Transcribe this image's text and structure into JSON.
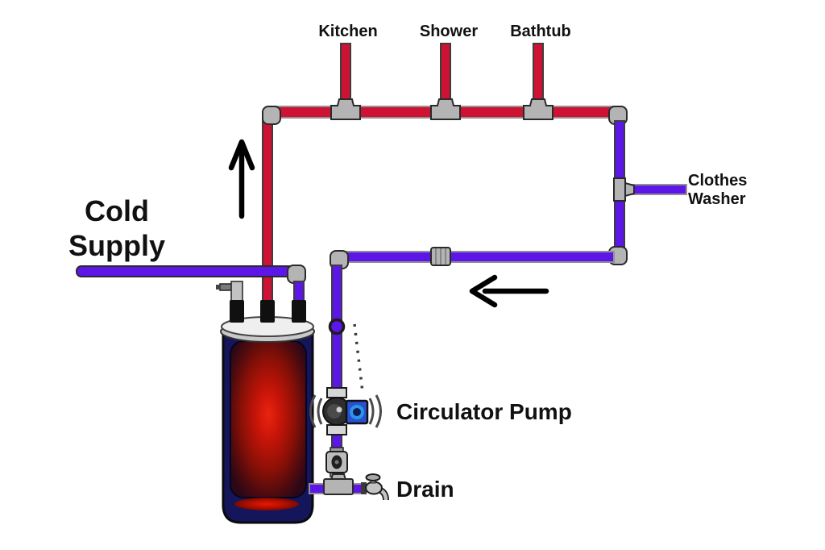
{
  "labels": {
    "kitchen": "Kitchen",
    "shower": "Shower",
    "bathtub": "Bathtub",
    "clothes_washer": {
      "line1": "Clothes",
      "line2": "Washer"
    },
    "cold_supply": {
      "line1": "Cold",
      "line2": "Supply"
    },
    "circulator_pump": "Circulator Pump",
    "drain": "Drain"
  },
  "colors": {
    "hot_pipe": "#ce1233",
    "cold_pipe": "#5c17e8",
    "fitting": "#b4b4b4",
    "tank_navy": "#15155c",
    "glow_red": "#e82410",
    "pump_box_blue": "#2a4fd0",
    "pump_ring_blue": "#2b96e6",
    "text": "#111111",
    "background": "#ffffff"
  },
  "icons": {
    "up_arrow": "up-arrow-icon",
    "left_arrow": "left-arrow-icon",
    "water_heater": "water-heater",
    "circulator_pump": "circulator-pump-icon",
    "check_valve": "check-valve-icon",
    "drain_valve": "drain-valve-icon",
    "tp_relief_valve": "tp-relief-valve-icon"
  }
}
